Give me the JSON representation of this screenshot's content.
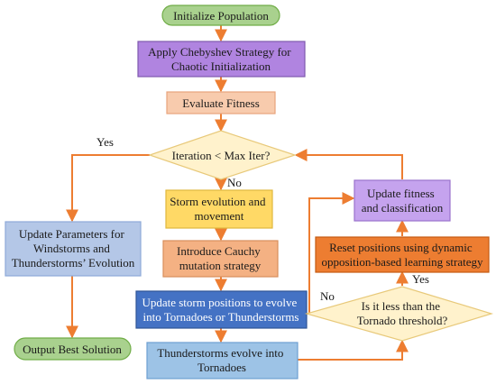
{
  "nodes": {
    "init": [
      "Initialize Population"
    ],
    "chebyshev": [
      "Apply Chebyshev Strategy for",
      "Chaotic Initialization"
    ],
    "evaluate": [
      "Evaluate Fitness"
    ],
    "iteration": [
      "Iteration < Max Iter?"
    ],
    "storm": [
      "Storm evolution and",
      "movement"
    ],
    "cauchy": [
      "Introduce Cauchy",
      "mutation strategy"
    ],
    "update_storm": [
      "Update storm positions to evolve",
      "into Tornadoes or Thunderstorms"
    ],
    "thunder": [
      "Thunderstorms evolve into",
      "Tornadoes"
    ],
    "update_params": [
      "Update Parameters for",
      "Windstorms and",
      "Thunderstorms’ Evolution"
    ],
    "output": [
      "Output Best Solution"
    ],
    "tornado_check": [
      "Is it less than the",
      "Tornado threshold?"
    ],
    "reset": [
      "Reset positions using dynamic",
      "opposition-based learning strategy"
    ],
    "update_fitness": [
      "Update fitness",
      "and classification"
    ]
  },
  "edge_labels": {
    "iter_yes": "Yes",
    "iter_no": "No",
    "tornado_yes": "Yes",
    "tornado_no": "No"
  },
  "colors": {
    "arrow": "#ED7D31",
    "green": "#A9D18E",
    "purple": "#B084E0",
    "peach": "#F8CBAD",
    "diamond": "#FFF2CC",
    "yellow": "#FFD966",
    "salmon": "#F4B183",
    "darkblue": "#4472C4",
    "lightblue": "#9DC3E6",
    "paleblue": "#B4C7E7",
    "orange": "#ED7D31",
    "lavender": "#C5A3EE"
  }
}
